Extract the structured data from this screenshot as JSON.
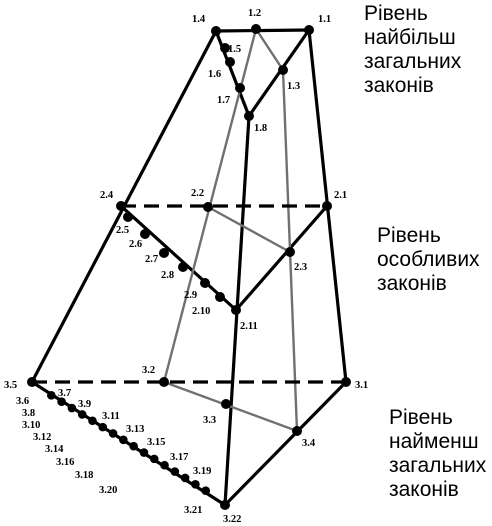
{
  "levels": {
    "top": "Рівень\nнайбільш\nзагальних\nзаконів",
    "middle": "Рівень\nособливих\nзаконів",
    "bottom": "Рівень\nнайменш\nзагальних\nзаконів"
  },
  "nodes": [
    {
      "id": "1.1",
      "label": "1.1"
    },
    {
      "id": "1.2",
      "label": "1.2"
    },
    {
      "id": "1.3",
      "label": "1.3"
    },
    {
      "id": "1.4",
      "label": "1.4"
    },
    {
      "id": "1.5",
      "label": "1.5"
    },
    {
      "id": "1.6",
      "label": "1.6"
    },
    {
      "id": "1.7",
      "label": "1.7"
    },
    {
      "id": "1.8",
      "label": "1.8"
    },
    {
      "id": "2.1",
      "label": "2.1"
    },
    {
      "id": "2.2",
      "label": "2.2"
    },
    {
      "id": "2.3",
      "label": "2.3"
    },
    {
      "id": "2.4",
      "label": "2.4"
    },
    {
      "id": "2.5",
      "label": "2.5"
    },
    {
      "id": "2.6",
      "label": "2.6"
    },
    {
      "id": "2.7",
      "label": "2.7"
    },
    {
      "id": "2.8",
      "label": "2.8"
    },
    {
      "id": "2.9",
      "label": "2.9"
    },
    {
      "id": "2.10",
      "label": "2.10"
    },
    {
      "id": "2.11",
      "label": "2.11"
    },
    {
      "id": "3.1",
      "label": "3.1"
    },
    {
      "id": "3.2",
      "label": "3.2"
    },
    {
      "id": "3.3",
      "label": "3.3"
    },
    {
      "id": "3.4",
      "label": "3.4"
    },
    {
      "id": "3.5",
      "label": "3.5"
    },
    {
      "id": "3.6",
      "label": "3.6"
    },
    {
      "id": "3.7",
      "label": "3.7"
    },
    {
      "id": "3.8",
      "label": "3.8"
    },
    {
      "id": "3.9",
      "label": "3.9"
    },
    {
      "id": "3.10",
      "label": "3.10"
    },
    {
      "id": "3.11",
      "label": "3.11"
    },
    {
      "id": "3.12",
      "label": "3.12"
    },
    {
      "id": "3.13",
      "label": "3.13"
    },
    {
      "id": "3.14",
      "label": "3.14"
    },
    {
      "id": "3.15",
      "label": "3.15"
    },
    {
      "id": "3.16",
      "label": "3.16"
    },
    {
      "id": "3.17",
      "label": "3.17"
    },
    {
      "id": "3.18",
      "label": "3.18"
    },
    {
      "id": "3.19",
      "label": "3.19"
    },
    {
      "id": "3.20",
      "label": "3.20"
    },
    {
      "id": "3.21",
      "label": "3.21"
    },
    {
      "id": "3.22",
      "label": "3.22"
    }
  ],
  "edges": [
    {
      "from": "1.4",
      "to": "1.1",
      "style": "solid"
    },
    {
      "from": "1.1",
      "to": "1.8",
      "style": "solid"
    },
    {
      "from": "1.4",
      "to": "1.8",
      "style": "solid"
    },
    {
      "from": "1.4",
      "to": "3.5",
      "style": "solid"
    },
    {
      "from": "1.1",
      "to": "3.1",
      "style": "solid"
    },
    {
      "from": "2.1",
      "to": "2.11",
      "style": "solid"
    },
    {
      "from": "2.4",
      "to": "2.11",
      "style": "solid"
    },
    {
      "from": "3.1",
      "to": "3.22",
      "style": "solid"
    },
    {
      "from": "3.5",
      "to": "3.22",
      "style": "solid"
    },
    {
      "from": "1.8",
      "to": "3.22",
      "style": "solid"
    },
    {
      "from": "1.2",
      "to": "3.2",
      "style": "grey"
    },
    {
      "from": "1.2",
      "to": "1.3",
      "style": "grey"
    },
    {
      "from": "1.3",
      "to": "3.4",
      "style": "grey"
    },
    {
      "from": "2.2",
      "to": "2.3",
      "style": "grey"
    },
    {
      "from": "3.2",
      "to": "3.4",
      "style": "grey"
    },
    {
      "from": "2.4",
      "to": "2.1",
      "style": "dashed"
    },
    {
      "from": "3.5",
      "to": "3.1",
      "style": "dashed"
    }
  ]
}
